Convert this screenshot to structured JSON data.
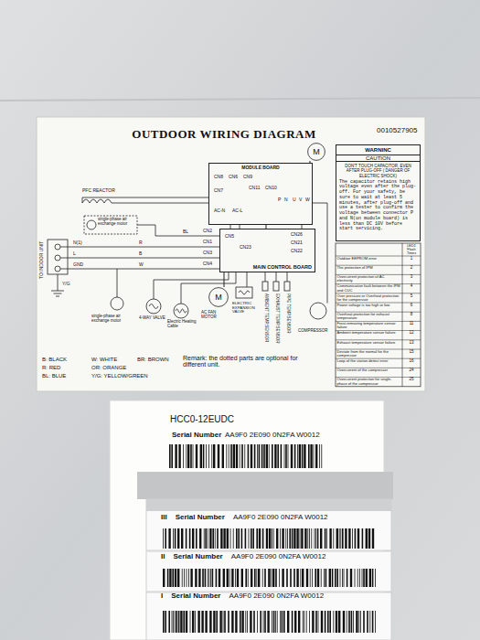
{
  "diagram": {
    "title": "OUTDOOR WIRING DIAGRAM",
    "nodes": [
      {
        "text": [
          "MODULE BOARD"
        ]
      },
      {
        "text": [
          "MAIN CONTROL BOARD"
        ]
      },
      {
        "text": [
          "WARNINC",
          "CAUTION",
          "DON'T TOUCH CAPACITOR, EVEN AFTER PLUG-OFF ( DANGER OF ELECTRIC SHOCK)",
          "The capacitor retains high voltage even after the plug-off. For your safety, be sure to wait at least 5 minutes, after plug-off and use a tester to confirm the voltage between connector P and N(on module board) is less than DC 10V before start servicing."
        ]
      },
      {
        "text": [
          "M"
        ]
      },
      {
        "text": [
          "M"
        ]
      },
      {
        "text": [
          "III",
          "Serial Number",
          "AA9F0 2E090 0N2FA W0012"
        ]
      },
      {
        "text": [
          "II",
          "Serial Number",
          "AA9F0 2E090 0N2FA W0012"
        ]
      },
      {
        "text": [
          "I",
          "Serial Number",
          "AA9F0 2E090 0N2FA W0012"
        ]
      }
    ],
    "edges": [
      {
        "from": 3,
        "to": 0,
        "arrow": "none"
      },
      {
        "from": 0,
        "to": 1,
        "arrow": "none"
      },
      {
        "from": 4,
        "to": 1,
        "arrow": "none"
      }
    ],
    "labels": [
      "0010527905",
      "PFC REACTOR",
      "CN8",
      "CN6",
      "CN9",
      "CN7",
      "AC-N",
      "AC-L",
      "CN11",
      "CN10",
      "P",
      "N",
      "U",
      "V",
      "W",
      "CN2",
      "CN1",
      "CN3",
      "CN4",
      "CN5",
      "CN23",
      "CN26",
      "CN21",
      "CN22",
      "BL",
      "R",
      "B",
      "W",
      "TO INDOOR UNIT",
      "N(1)",
      "L",
      "GND",
      "Y/G",
      "single-phase air exchange motor",
      "single-phase air exchange motor",
      "4-WAY VALVE",
      "Electric Heating Cable",
      "AC FAN MOTOR",
      "ELECTRIC EXPANSION VALVE",
      "AMBIENT TEMP.SENSOR",
      "EXHAUST TEMP.SENSOR",
      "PIPE TEMP.SENSOR",
      "COMPRESSOR",
      "B: BLACK",
      "W: WHITE",
      "BR: BROWN",
      "R: RED",
      "OR: ORANGE",
      "BL: BLUE",
      "Y/G: YELLOW/GREEN",
      "Remark: the dotted parts are optional for different unit.",
      "HCC0-12EUDC",
      "Serial Number",
      "AA9F0 2E090 0N2FA W0012",
      "LED1 Flash Times",
      "Outdoor EEPROM error",
      "1",
      "The protection of IPM",
      "2",
      "Overcurrent protection of AC electricity",
      "3",
      "Communication fault between the IPM and CUC",
      "4",
      "Over pressure or Overheat protection for the compressor",
      "5",
      "Power voltage is too high or low",
      "6",
      "Overheat protection for exhaust temperature",
      "8",
      "Frost-removing temperature sensor failure",
      "11",
      "Ambient temperature sensor failure",
      "12",
      "Exhaust temperature sensor failure",
      "13",
      "Deviate from the normal for the compressor",
      "15",
      "Loop of the station detect error",
      "16",
      "Overcurrent of the compressor",
      "24",
      "Overcurrent protection for single-phase of the compressor",
      "25"
    ]
  }
}
